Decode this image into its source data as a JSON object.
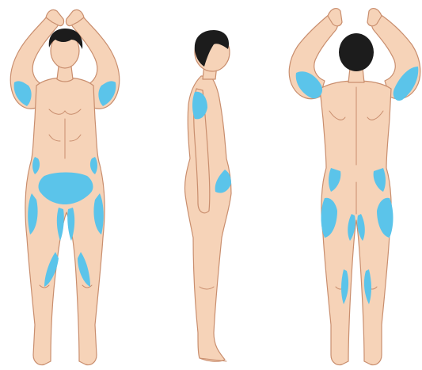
{
  "colors": {
    "background": "#ffffff",
    "skin": "#f6d3b8",
    "skin_shadow": "#ecbfa0",
    "outline": "#c98e6e",
    "hair": "#1c1c1c",
    "highlighted_zone": "#5bc4ea"
  },
  "figures": [
    {
      "view": "front",
      "highlighted_zones": [
        "left-armpit",
        "right-armpit",
        "left-flank",
        "right-flank",
        "groin",
        "left-outer-thigh",
        "right-outer-thigh",
        "left-inner-thigh",
        "right-inner-thigh",
        "left-inner-knee",
        "right-inner-knee"
      ]
    },
    {
      "view": "side",
      "highlighted_zones": [
        "shoulder",
        "flank"
      ]
    },
    {
      "view": "back",
      "highlighted_zones": [
        "left-upper-arm",
        "right-upper-arm",
        "left-buttock",
        "right-buttock",
        "left-hip",
        "right-hip",
        "left-inner-thigh",
        "right-inner-thigh",
        "left-back-knee",
        "right-back-knee"
      ]
    }
  ]
}
